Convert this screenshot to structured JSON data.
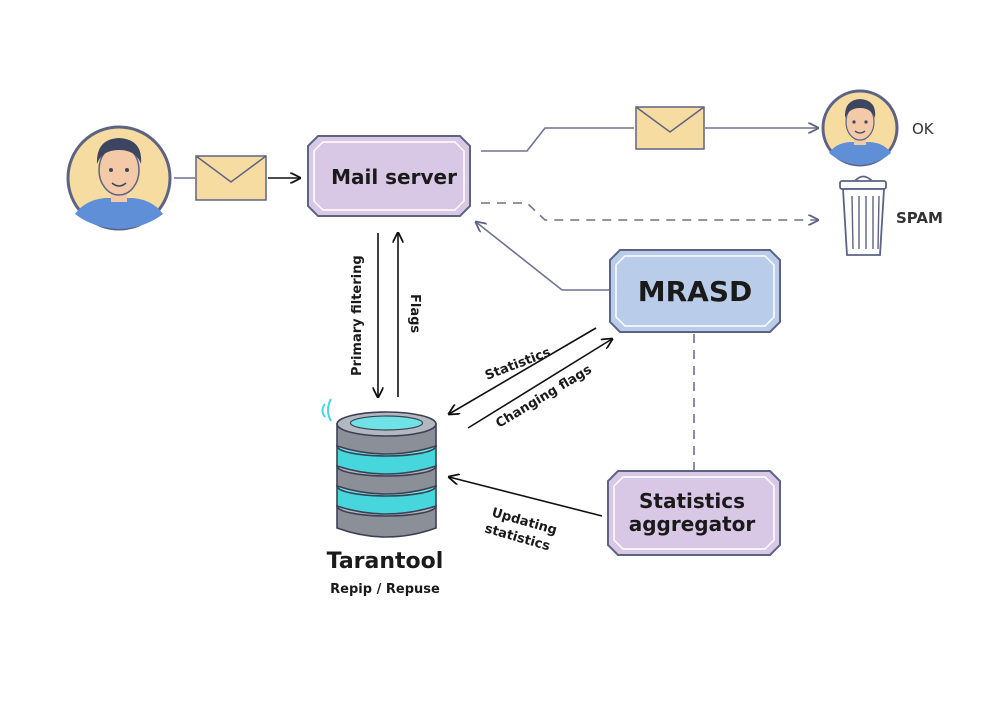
{
  "nodes": {
    "mail_server": "Mail server",
    "mrasd": "MRASD",
    "stats_aggregator_line1": "Statistics",
    "stats_aggregator_line2": "aggregator",
    "tarantool_title": "Tarantool",
    "tarantool_subtitle": "Repip / Repuse"
  },
  "outcomes": {
    "ok": "OK",
    "spam": "SPAM"
  },
  "edges": {
    "primary_filtering": "Primary filtering",
    "flags": "Flags",
    "statistics": "Statistics",
    "changing_flags": "Changing flags",
    "updating_line1": "Updating",
    "updating_line2": "statistics"
  },
  "colors": {
    "lilac_box": "#d8c8e6",
    "blue_box": "#b9cdea",
    "line": "#6d7391",
    "envelope": "#f6dca0",
    "cyan": "#46d6dc",
    "db_grey": "#8a8f98",
    "skin": "#f3c9a8"
  }
}
